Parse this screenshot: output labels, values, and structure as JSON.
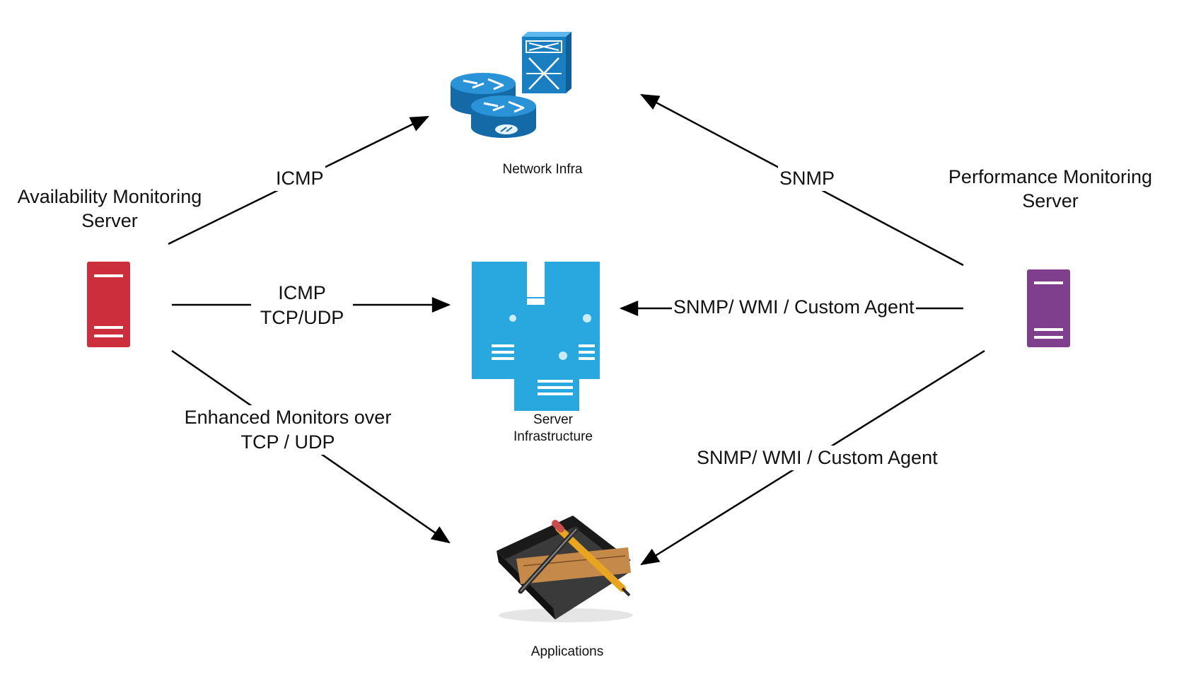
{
  "nodes": {
    "availability_server": {
      "title_line1": "Availability Monitoring",
      "title_line2": "Server",
      "color": "#cc2e3b"
    },
    "performance_server": {
      "title_line1": "Performance Monitoring",
      "title_line2": "Server",
      "color": "#7f3f8c"
    },
    "network_infra": {
      "label": "Network Infra",
      "color": "#1a7fc1"
    },
    "server_infra": {
      "label_line1": "Server",
      "label_line2": "Infrastructure",
      "color": "#29a8e0"
    },
    "applications": {
      "label": "Applications"
    }
  },
  "edges": {
    "avail_to_network": {
      "label": "ICMP"
    },
    "avail_to_server": {
      "label_line1": "ICMP",
      "label_line2": "TCP/UDP"
    },
    "avail_to_apps": {
      "label_line1": "Enhanced Monitors over",
      "label_line2": "TCP / UDP"
    },
    "perf_to_network": {
      "label": "SNMP"
    },
    "perf_to_server": {
      "label": "SNMP/ WMI / Custom Agent"
    },
    "perf_to_apps": {
      "label": "SNMP/ WMI / Custom Agent"
    }
  }
}
